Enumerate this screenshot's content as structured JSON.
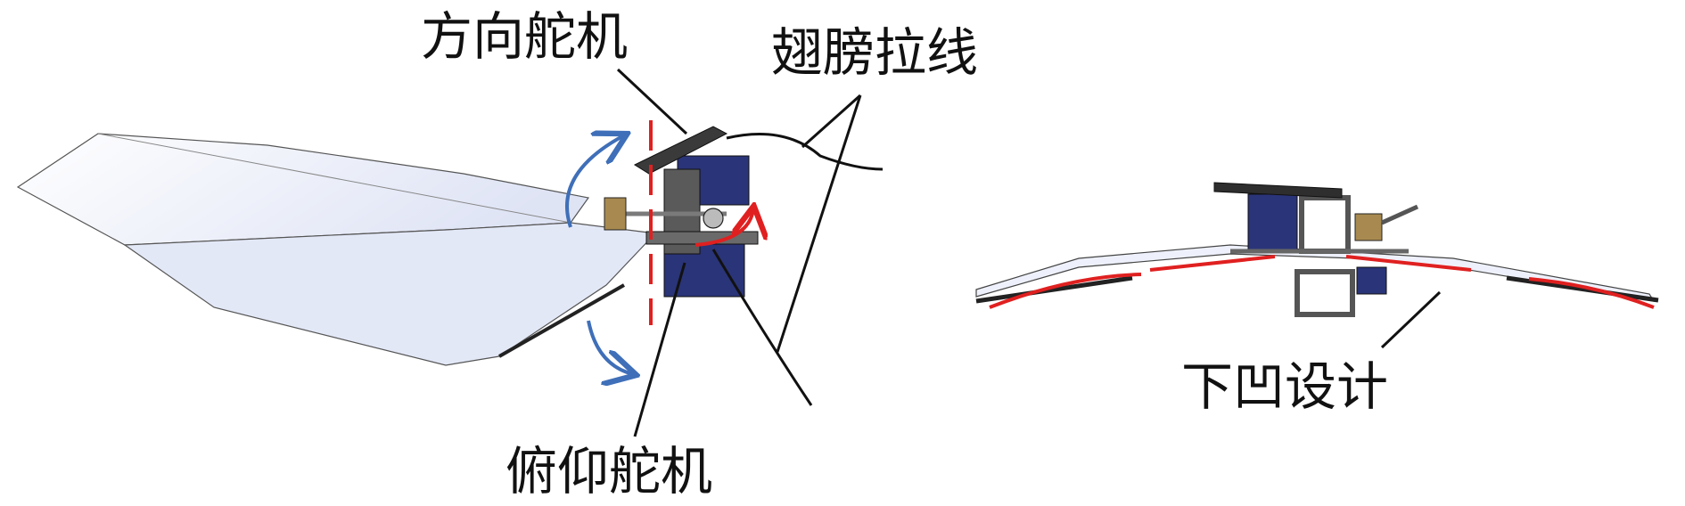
{
  "labels": {
    "rudder_servo": "方向舵机",
    "wing_cable": "翅膀拉线",
    "pitch_servo": "俯仰舵机",
    "downward_design": "下凹设计"
  },
  "colors": {
    "rotation_arrow": "#3f6fb8",
    "red_accent": "#e02020",
    "leader_line": "#1a1a1a",
    "wing_fill": "#e8ecf8",
    "servo_blue": "#2a3478",
    "bracket_gray": "#5a5a5a"
  }
}
